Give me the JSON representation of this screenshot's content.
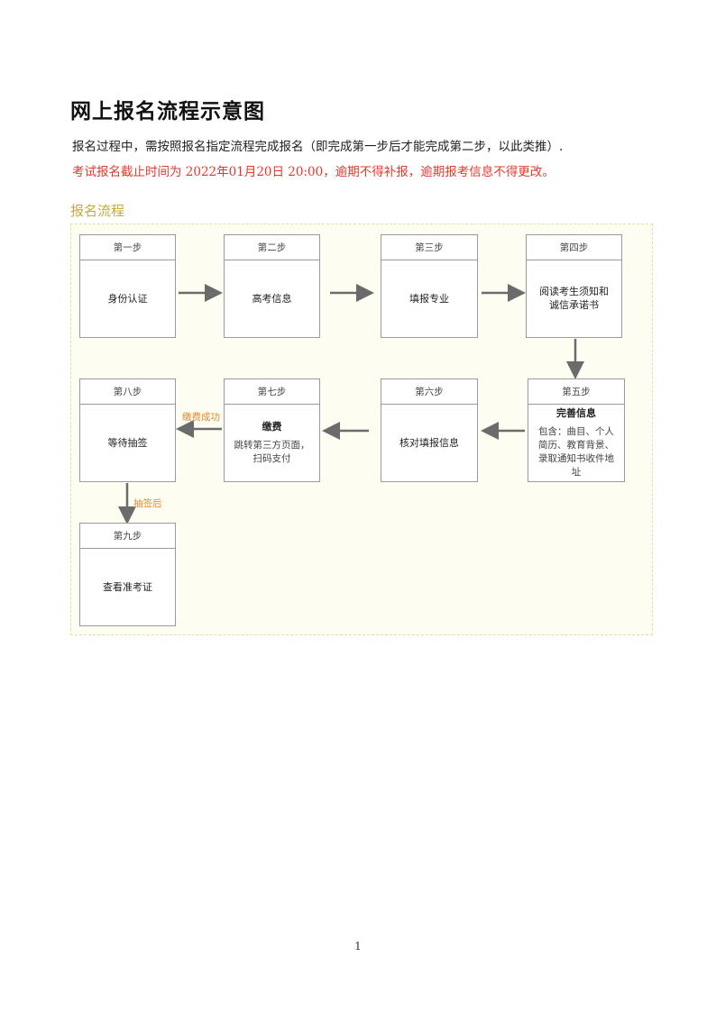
{
  "title": "网上报名流程示意图",
  "intro": "报名过程中，需按照报名指定流程完成报名（即完成第一步后才能完成第二步，以此类推）.",
  "deadline": "考试报名截止时间为 2022年01月20日 20:00，逾期不得补报，逾期报考信息不得更改。",
  "section_title": "报名流程",
  "steps": [
    {
      "step": "第一步",
      "text": "身份认证"
    },
    {
      "step": "第二步",
      "text": "高考信息"
    },
    {
      "step": "第三步",
      "text": "填报专业"
    },
    {
      "step": "第四步",
      "text": "阅读考生须知和诚信承诺书"
    },
    {
      "step": "第五步",
      "text": "完善信息",
      "sub": "包含：曲目、个人简历、教育背景、录取通知书收件地址"
    },
    {
      "step": "第六步",
      "text": "核对填报信息"
    },
    {
      "step": "第七步",
      "text": "缴费",
      "sub": "跳转第三方页面，扫码支付"
    },
    {
      "step": "第八步",
      "text": "等待抽签"
    },
    {
      "step": "第九步",
      "text": "查看准考证"
    }
  ],
  "arrow_labels": {
    "pay": "缴费成功",
    "draw": "抽签后"
  },
  "page_number": "1",
  "colors": {
    "warning": "#e03a2e",
    "section": "#c9a93a",
    "arrow_label": "#e08a33",
    "arrow": "#6b6b6b"
  }
}
